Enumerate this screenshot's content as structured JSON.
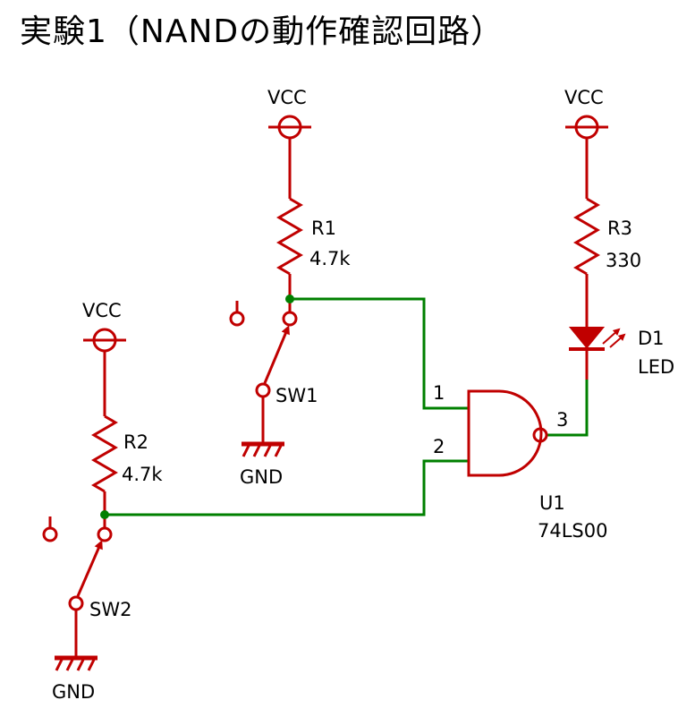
{
  "title": "実験1（NANDの動作確認回路）",
  "colors": {
    "component": "#c00000",
    "net": "#008000",
    "text": "#000000"
  },
  "power": {
    "vcc1": "VCC",
    "vcc2": "VCC",
    "vcc3": "VCC"
  },
  "ground": {
    "gnd1": "GND",
    "gnd2": "GND"
  },
  "resistors": {
    "r1": {
      "ref": "R1",
      "value": "4.7k"
    },
    "r2": {
      "ref": "R2",
      "value": "4.7k"
    },
    "r3": {
      "ref": "R3",
      "value": "330"
    }
  },
  "switches": {
    "sw1": "SW1",
    "sw2": "SW2"
  },
  "led": {
    "ref": "D1",
    "value": "LED"
  },
  "gate": {
    "ref": "U1",
    "part": "74LS00",
    "pin_in1": "1",
    "pin_in2": "2",
    "pin_out": "3"
  }
}
